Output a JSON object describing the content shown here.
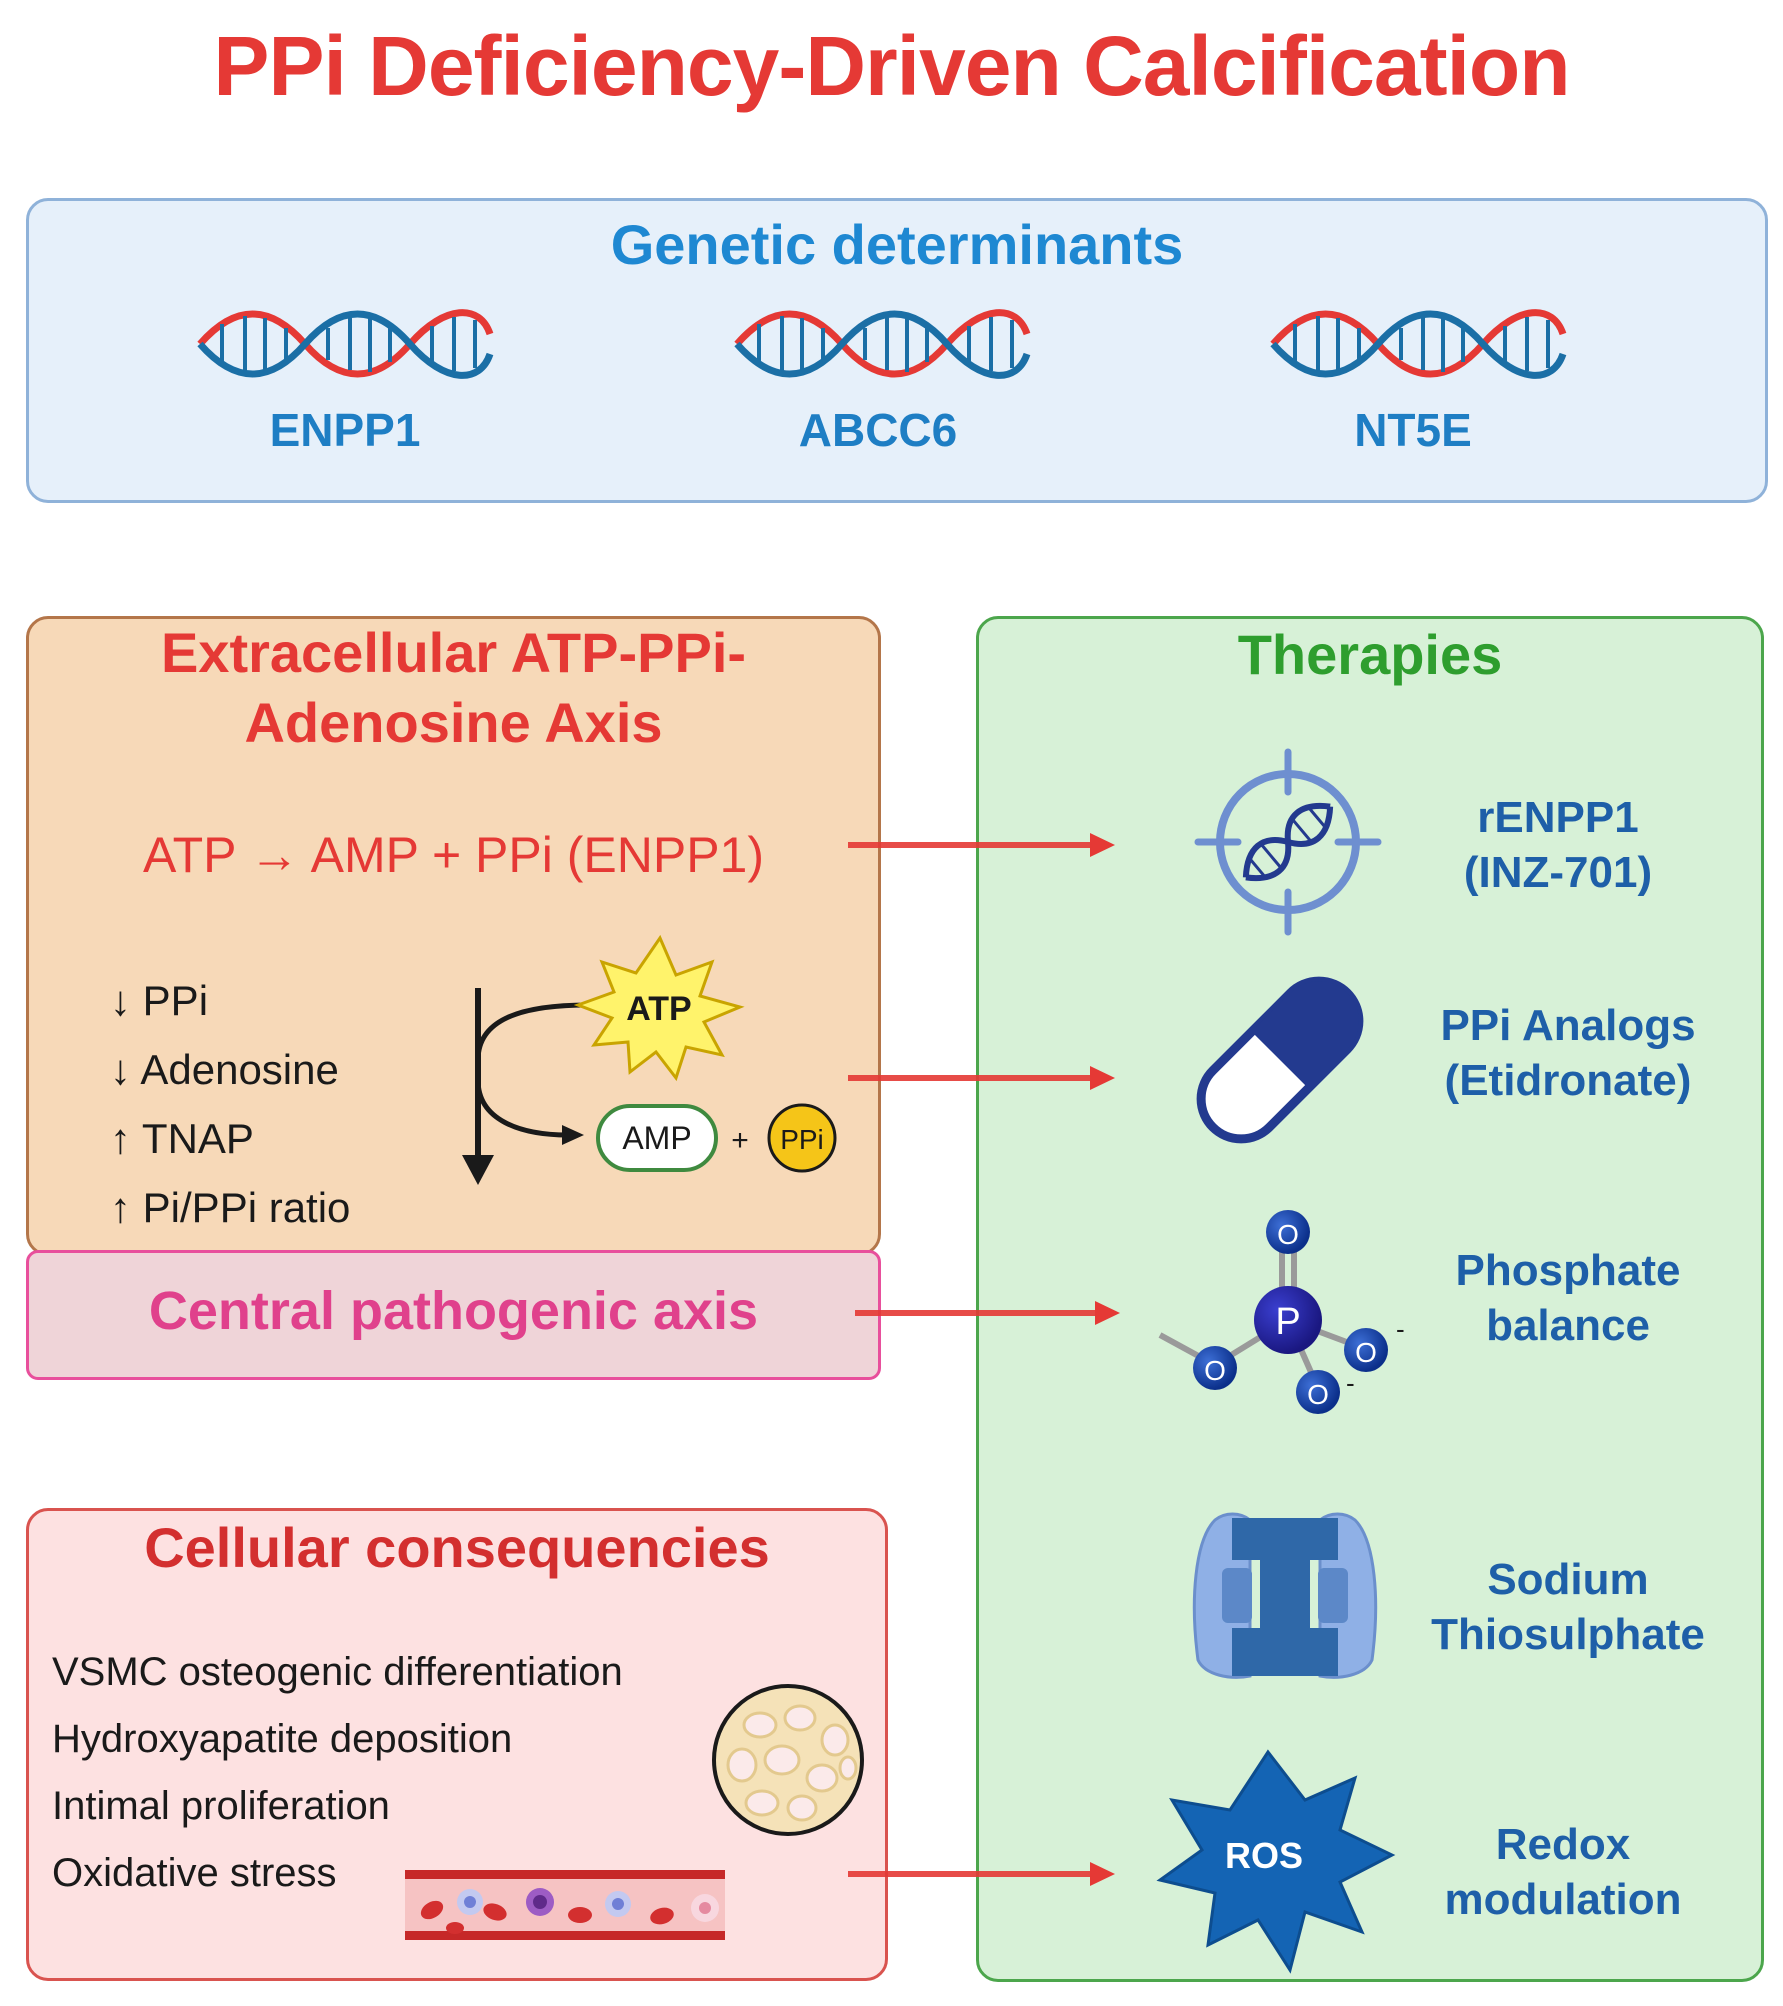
{
  "title": "PPi Deficiency-Driven Calcification",
  "genetic": {
    "title": "Genetic determinants",
    "genes": [
      "ENPP1",
      "ABCC6",
      "NT5E"
    ]
  },
  "axis": {
    "title_line1": "Extracellular ATP-PPi-",
    "title_line2": "Adenosine Axis",
    "reaction": "ATP → AMP + PPi (ENPP1)",
    "changes": [
      "↓ PPi",
      "↓ Adenosine",
      "↑ TNAP",
      "↑ Pi/PPi ratio"
    ],
    "atp_label": "ATP",
    "amp_label": "AMP",
    "plus": "+",
    "ppi_label": "PPi"
  },
  "central": {
    "label": "Central pathogenic axis"
  },
  "cellular": {
    "title": "Cellular consequencies",
    "items": [
      "VSMC osteogenic differentiation",
      "Hydroxyapatite deposition",
      "Intimal proliferation",
      "Oxidative stress"
    ]
  },
  "therapies": {
    "title": "Therapies",
    "items": [
      {
        "line1": "rENPP1",
        "line2": "(INZ-701)",
        "icon": "dna-target-icon"
      },
      {
        "line1": "PPi Analogs",
        "line2": "(Etidronate)",
        "icon": "capsule-icon"
      },
      {
        "line1": "Phosphate",
        "line2": "balance",
        "icon": "phosphate-molecule-icon"
      },
      {
        "line1": "Sodium",
        "line2": "Thiosulphate",
        "icon": "channel-protein-icon"
      },
      {
        "line1": "Redox",
        "line2": "modulation",
        "icon": "ros-burst-icon"
      }
    ],
    "ros_label": "ROS",
    "molecule": {
      "p": "P",
      "o": "O",
      "minus": "-"
    }
  },
  "colors": {
    "title_red": "#e53935",
    "genetic_blue": "#1e88d2",
    "therapy_green": "#2e9e2e",
    "therapy_blue": "#1e5fa8",
    "central_pink": "#e0418c",
    "arrow_red": "#e53935"
  }
}
